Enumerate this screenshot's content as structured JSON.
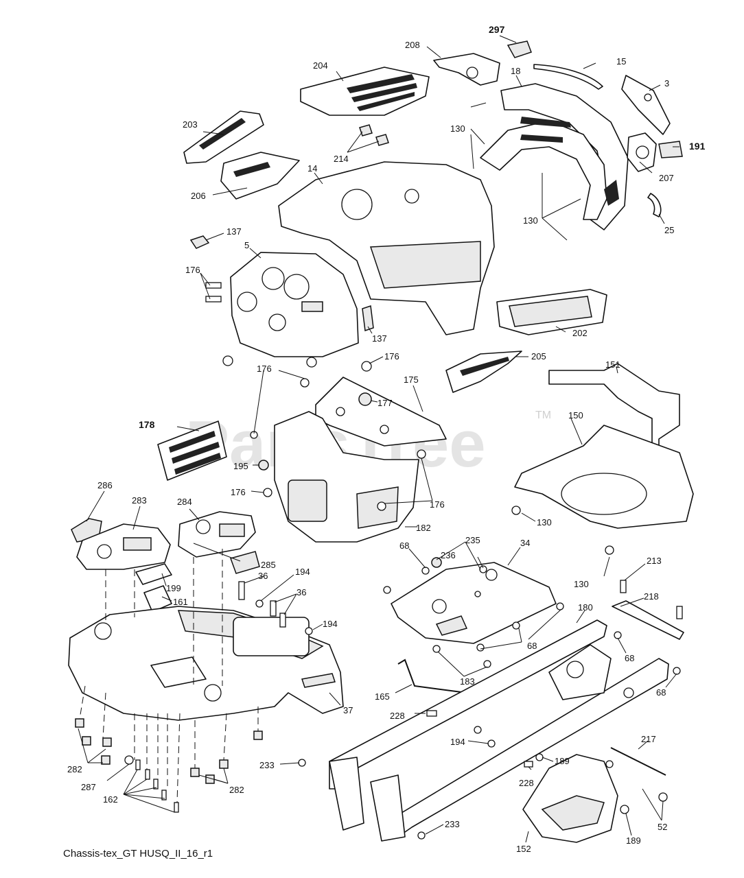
{
  "diagram": {
    "caption": "Chassis-tex_GT HUSQ_II_16_r1",
    "watermark": "PartsTree",
    "trademark": "TM",
    "callouts": [
      {
        "id": "c297",
        "text": "297",
        "bold": true
      },
      {
        "id": "c208",
        "text": "208"
      },
      {
        "id": "c15",
        "text": "15"
      },
      {
        "id": "c204",
        "text": "204"
      },
      {
        "id": "c18",
        "text": "18"
      },
      {
        "id": "c3",
        "text": "3"
      },
      {
        "id": "c130a",
        "text": "130"
      },
      {
        "id": "c203",
        "text": "203"
      },
      {
        "id": "c191",
        "text": "191",
        "bold": true
      },
      {
        "id": "c214",
        "text": "214"
      },
      {
        "id": "c207",
        "text": "207"
      },
      {
        "id": "c14",
        "text": "14"
      },
      {
        "id": "c206",
        "text": "206"
      },
      {
        "id": "c130b",
        "text": "130"
      },
      {
        "id": "c25",
        "text": "25"
      },
      {
        "id": "c137a",
        "text": "137"
      },
      {
        "id": "c5",
        "text": "5"
      },
      {
        "id": "c176a",
        "text": "176"
      },
      {
        "id": "c137b",
        "text": "137"
      },
      {
        "id": "c202",
        "text": "202"
      },
      {
        "id": "c176b",
        "text": "176"
      },
      {
        "id": "c205",
        "text": "205"
      },
      {
        "id": "c151",
        "text": "151"
      },
      {
        "id": "c176c",
        "text": "176"
      },
      {
        "id": "c175",
        "text": "175"
      },
      {
        "id": "c177",
        "text": "177"
      },
      {
        "id": "c150",
        "text": "150"
      },
      {
        "id": "c178",
        "text": "178",
        "bold": true
      },
      {
        "id": "c195",
        "text": "195"
      },
      {
        "id": "c176d",
        "text": "176"
      },
      {
        "id": "c176e",
        "text": "176"
      },
      {
        "id": "c286",
        "text": "286"
      },
      {
        "id": "c283",
        "text": "283"
      },
      {
        "id": "c284",
        "text": "284"
      },
      {
        "id": "c130c",
        "text": "130"
      },
      {
        "id": "c182",
        "text": "182"
      },
      {
        "id": "c235",
        "text": "235"
      },
      {
        "id": "c68a",
        "text": "68"
      },
      {
        "id": "c236",
        "text": "236"
      },
      {
        "id": "c34",
        "text": "34"
      },
      {
        "id": "c285",
        "text": "285"
      },
      {
        "id": "c36a",
        "text": "36"
      },
      {
        "id": "c194a",
        "text": "194"
      },
      {
        "id": "c213",
        "text": "213"
      },
      {
        "id": "c130d",
        "text": "130"
      },
      {
        "id": "c199",
        "text": "199"
      },
      {
        "id": "c36b",
        "text": "36"
      },
      {
        "id": "c218",
        "text": "218"
      },
      {
        "id": "c161",
        "text": "161"
      },
      {
        "id": "c180",
        "text": "180"
      },
      {
        "id": "c194b",
        "text": "194"
      },
      {
        "id": "c68b",
        "text": "68"
      },
      {
        "id": "c68c",
        "text": "68"
      },
      {
        "id": "c183",
        "text": "183"
      },
      {
        "id": "c165",
        "text": "165"
      },
      {
        "id": "c68d",
        "text": "68"
      },
      {
        "id": "c37",
        "text": "37"
      },
      {
        "id": "c228a",
        "text": "228"
      },
      {
        "id": "c194c",
        "text": "194"
      },
      {
        "id": "c217",
        "text": "217"
      },
      {
        "id": "c189a",
        "text": "189"
      },
      {
        "id": "c233a",
        "text": "233"
      },
      {
        "id": "c282a",
        "text": "282"
      },
      {
        "id": "c228b",
        "text": "228"
      },
      {
        "id": "c287",
        "text": "287"
      },
      {
        "id": "c282b",
        "text": "282"
      },
      {
        "id": "c162",
        "text": "162"
      },
      {
        "id": "c52",
        "text": "52"
      },
      {
        "id": "c233b",
        "text": "233"
      },
      {
        "id": "c189b",
        "text": "189"
      },
      {
        "id": "c152",
        "text": "152"
      }
    ]
  }
}
